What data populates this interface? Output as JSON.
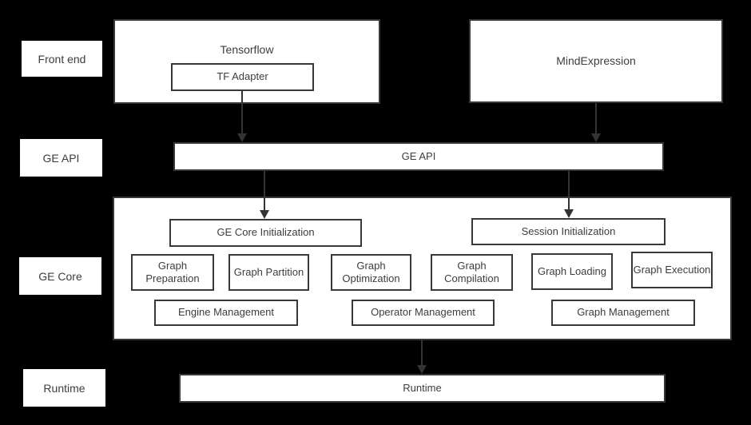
{
  "colors": {
    "background": "#000000",
    "box_fill": "#ffffff",
    "box_border": "#383838",
    "text": "#3d3d3d",
    "arrow": "#333333"
  },
  "row_labels": {
    "front_end": "Front end",
    "ge_api": "GE API",
    "ge_core": "GE Core",
    "runtime": "Runtime"
  },
  "front_end": {
    "tensorflow": "Tensorflow",
    "tf_adapter": "TF Adapter",
    "mind_expression": "MindExpression"
  },
  "ge_api": {
    "bar": "GE API"
  },
  "ge_core": {
    "init": [
      "GE Core Initialization",
      "Session Initialization"
    ],
    "stages": [
      "Graph Preparation",
      "Graph Partition",
      "Graph Optimization",
      "Graph Compilation",
      "Graph Loading",
      "Graph Execution"
    ],
    "management": [
      "Engine Management",
      "Operator Management",
      "Graph Management"
    ]
  },
  "runtime": {
    "bar": "Runtime"
  }
}
